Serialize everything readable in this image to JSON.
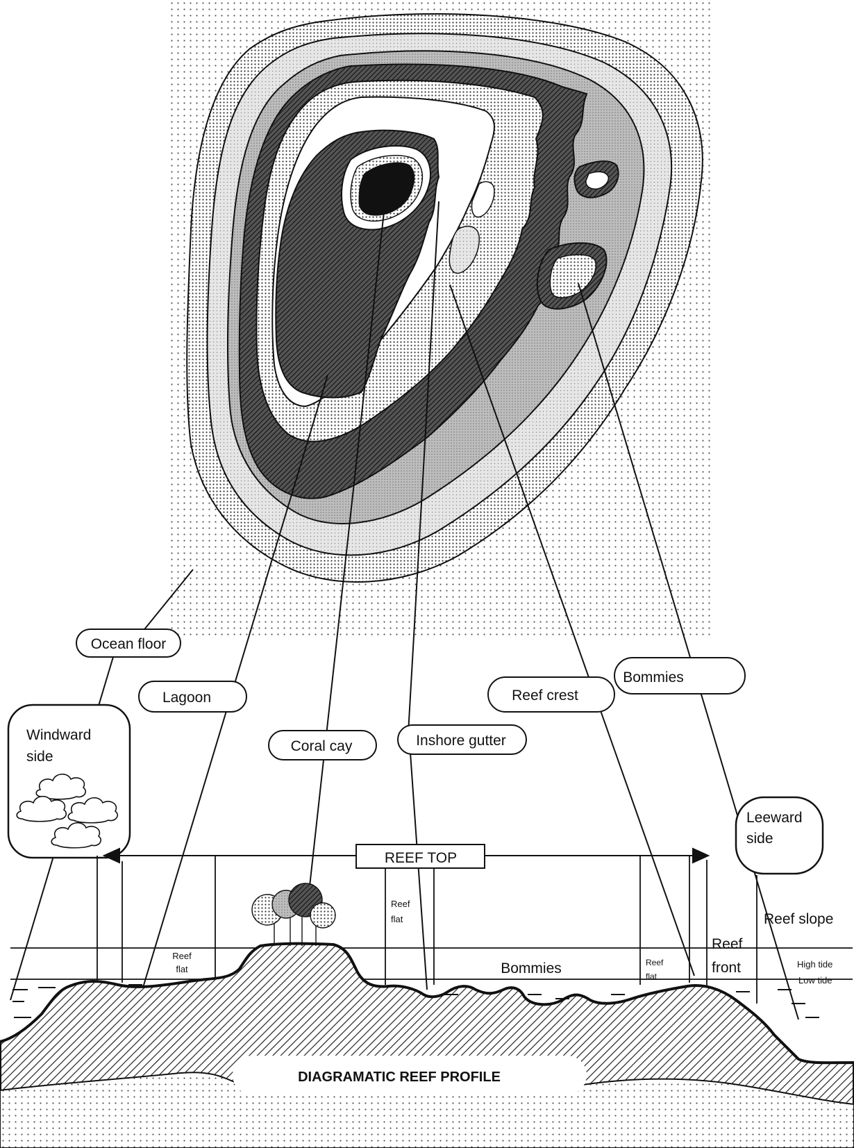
{
  "labels": {
    "ocean_floor": "Ocean floor",
    "lagoon": "Lagoon",
    "coral_cay": "Coral cay",
    "inshore_gutter": "Inshore gutter",
    "reef_crest": "Reef crest",
    "bommies_top": "Bommies",
    "windward_line1": "Windward",
    "windward_line2": "side",
    "leeward_line1": "Leeward",
    "leeward_line2": "side",
    "reef_top": "REEF TOP",
    "reef_flat_word1": "Reef",
    "reef_flat_word2": "flat",
    "bommies_profile": "Bommies",
    "reef_front_line1": "Reef",
    "reef_front_line2": "front",
    "reef_slope": "Reef slope",
    "high_tide": "High tide",
    "low_tide": "Low tide",
    "profile_title": "DIAGRAMATIC REEF PROFILE"
  },
  "colors": {
    "ink": "#111111",
    "dark_band": "#2e2e2e",
    "mid_gray": "#9a9a9a",
    "light_gray": "#cfcfcf",
    "paper": "#ffffff"
  }
}
